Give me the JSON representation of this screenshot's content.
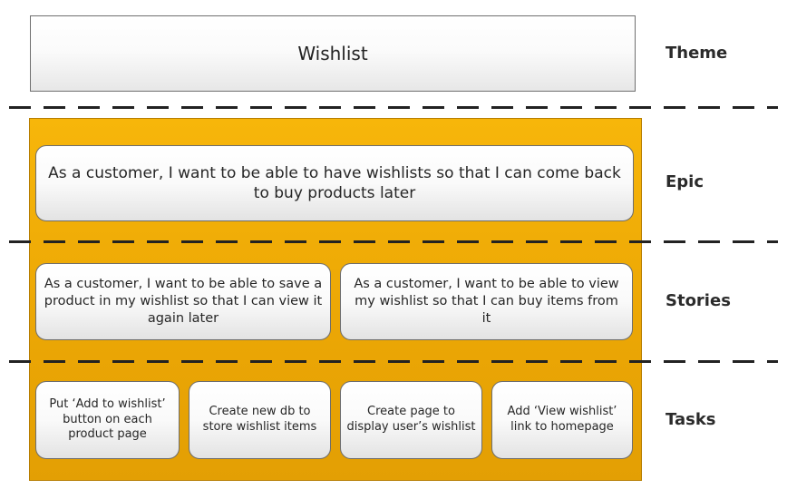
{
  "theme": {
    "text": "Wishlist"
  },
  "labels": {
    "theme": "Theme",
    "epic": "Epic",
    "stories": "Stories",
    "tasks": "Tasks"
  },
  "epic": {
    "text": "As a customer, I want to be able to have wishlists so that I can come back to buy products later"
  },
  "stories": [
    {
      "text": "As a customer, I want to be able to save a product in my wishlist so that I can view it again later"
    },
    {
      "text": "As a customer, I want to be able to view my wishlist so that I can buy items from it"
    }
  ],
  "tasks": [
    {
      "text": "Put ‘Add to wishlist’ button on each product page"
    },
    {
      "text": "Create new db to store wishlist items"
    },
    {
      "text": "Create page to display user’s wishlist"
    },
    {
      "text": "Add ‘View wishlist’ link to homepage"
    }
  ],
  "colors": {
    "backdrop": "#f0aa06",
    "card_border": "#6d6d6d",
    "dash": "#222222"
  }
}
